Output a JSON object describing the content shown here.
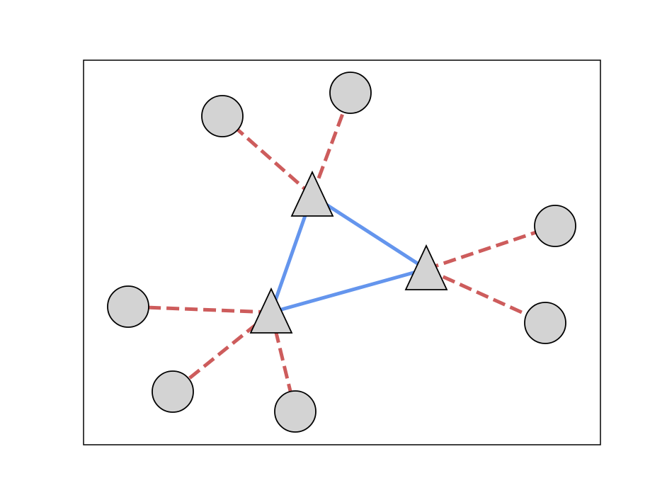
{
  "diagram": {
    "type": "network",
    "node_fill": "#d3d3d3",
    "node_stroke": "#000000",
    "hub_edge_color": "#6495ed",
    "leaf_edge_color": "#cd5c5c",
    "frame_color": "#000000",
    "hubs": [
      {
        "id": "hub-top",
        "shape": "triangle"
      },
      {
        "id": "hub-right",
        "shape": "triangle"
      },
      {
        "id": "hub-left",
        "shape": "triangle"
      }
    ],
    "leaves": [
      {
        "id": "leaf-top-left",
        "shape": "circle"
      },
      {
        "id": "leaf-top-right",
        "shape": "circle"
      },
      {
        "id": "leaf-right-upper",
        "shape": "circle"
      },
      {
        "id": "leaf-right-lower",
        "shape": "circle"
      },
      {
        "id": "leaf-left",
        "shape": "circle"
      },
      {
        "id": "leaf-bottom-left",
        "shape": "circle"
      },
      {
        "id": "leaf-bottom",
        "shape": "circle"
      }
    ],
    "hub_edges": [
      {
        "from": "hub-top",
        "to": "hub-right",
        "style": "solid"
      },
      {
        "from": "hub-top",
        "to": "hub-left",
        "style": "solid"
      },
      {
        "from": "hub-left",
        "to": "hub-right",
        "style": "solid"
      }
    ],
    "leaf_edges": [
      {
        "from": "hub-top",
        "to": "leaf-top-left",
        "style": "dashed"
      },
      {
        "from": "hub-top",
        "to": "leaf-top-right",
        "style": "dashed"
      },
      {
        "from": "hub-right",
        "to": "leaf-right-upper",
        "style": "dashed"
      },
      {
        "from": "hub-right",
        "to": "leaf-right-lower",
        "style": "dashed"
      },
      {
        "from": "hub-left",
        "to": "leaf-left",
        "style": "dashed"
      },
      {
        "from": "hub-left",
        "to": "leaf-bottom-left",
        "style": "dashed"
      },
      {
        "from": "hub-left",
        "to": "leaf-bottom",
        "style": "dashed"
      }
    ]
  }
}
